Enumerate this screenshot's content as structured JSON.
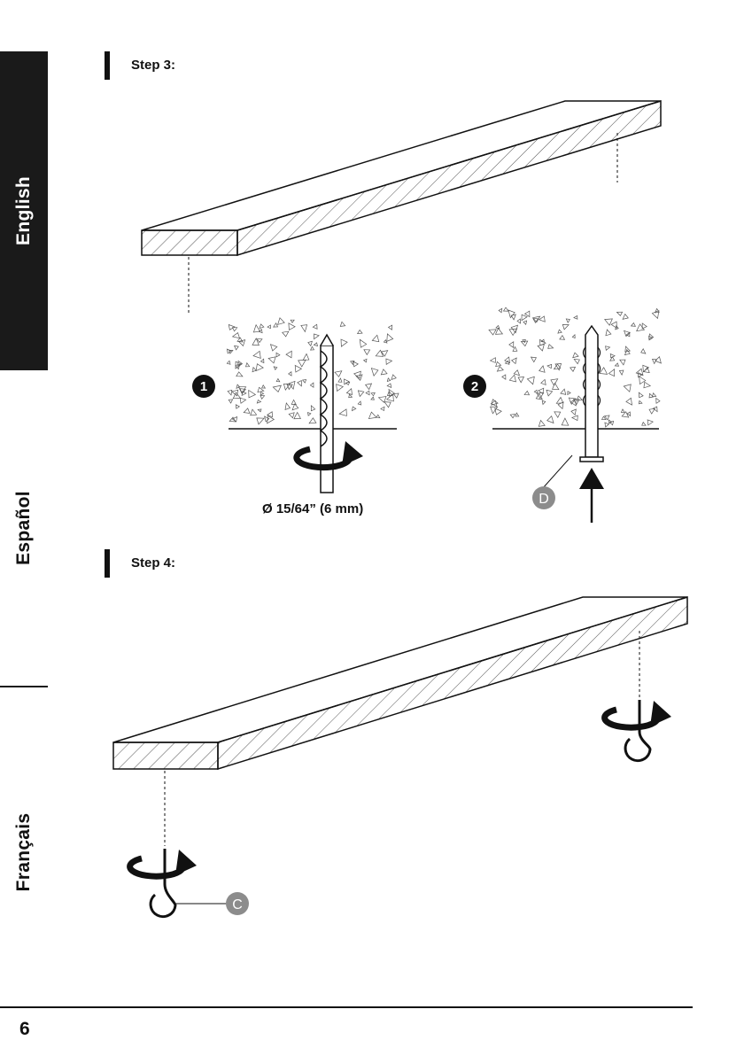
{
  "sidebar": {
    "tabs": [
      {
        "label": "English",
        "active": true
      },
      {
        "label": "Español",
        "active": false
      },
      {
        "label": "Français",
        "active": false
      }
    ]
  },
  "steps": [
    {
      "heading": "Step 3:"
    },
    {
      "heading": "Step 4:"
    }
  ],
  "callouts": {
    "sub1": "1",
    "sub2": "2",
    "part_d": "D",
    "part_c": "C"
  },
  "drill_size": "Ø 15/64” (6 mm)",
  "page_number": "6",
  "colors": {
    "ink": "#111111",
    "active_tab": "#1a1a1a",
    "part_badge": "#8c8c8c"
  }
}
